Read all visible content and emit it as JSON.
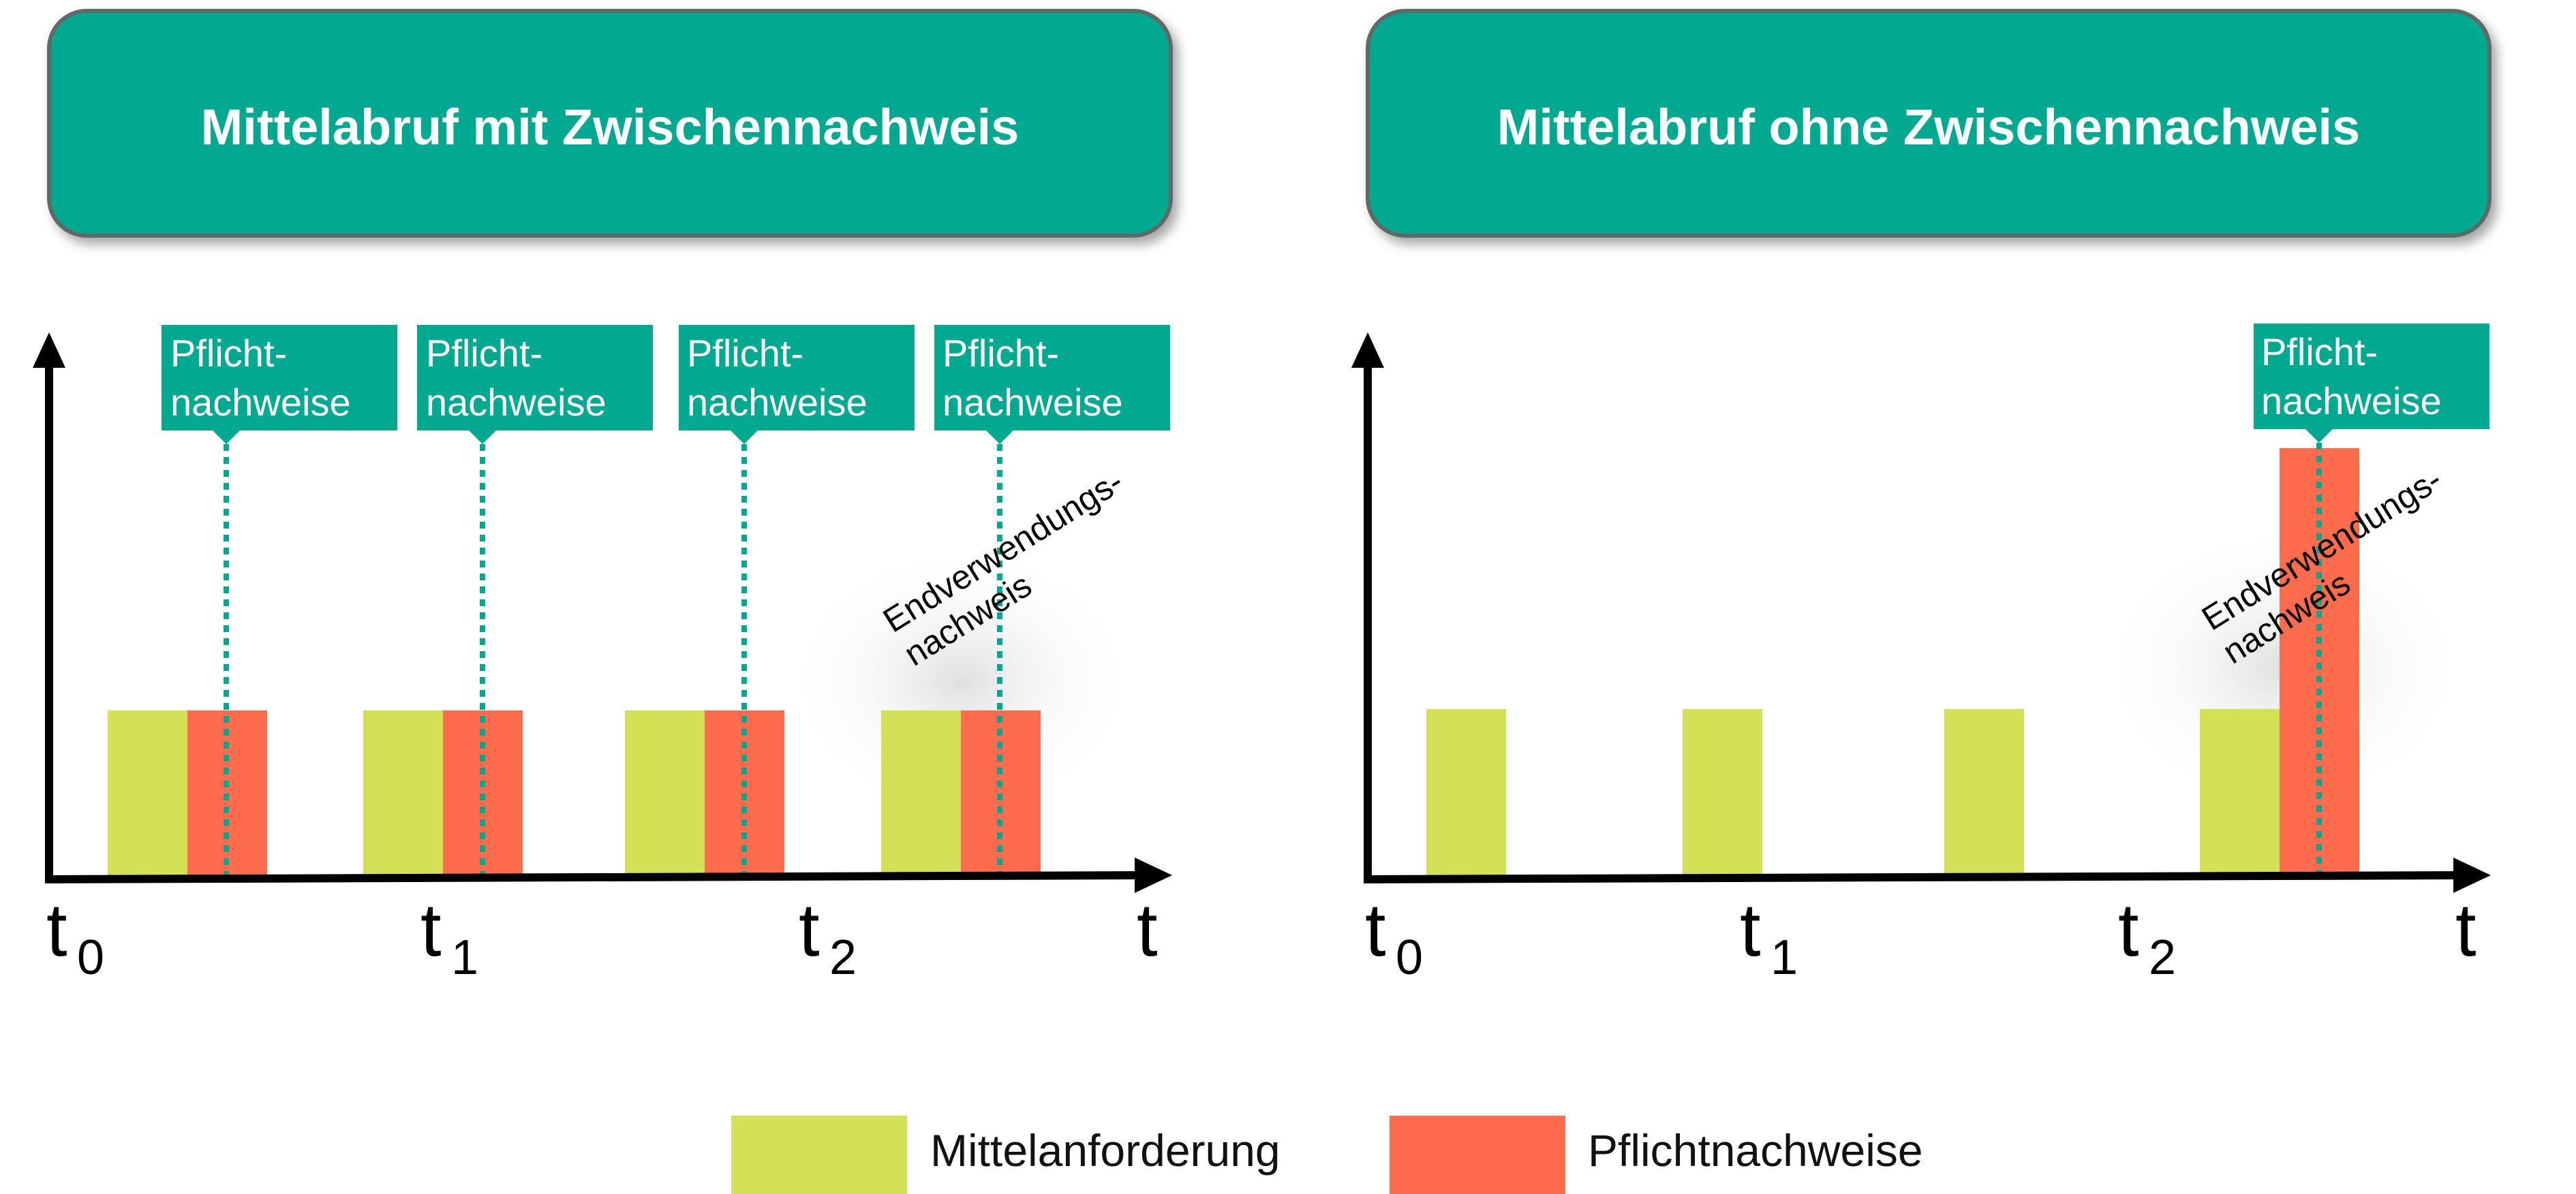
{
  "colors": {
    "teal": "#00A98F",
    "green": "#D4E157",
    "red": "#FF6B4D",
    "axis": "#000000"
  },
  "panels": [
    {
      "title": "Mittelabruf mit Zwischennachweis",
      "callout_line1": "Pflicht-",
      "callout_line2": "nachweise",
      "tick_labels": [
        {
          "main": "t",
          "sub": "0"
        },
        {
          "main": "t",
          "sub": "1"
        },
        {
          "main": "t",
          "sub": "2"
        }
      ],
      "axis_end_label": "t",
      "rotated_line1": "Endverwendungs-",
      "rotated_line2": "nachweis"
    },
    {
      "title": "Mittelabruf ohne Zwischennachweis",
      "callout_line1": "Pflicht-",
      "callout_line2": "nachweise",
      "tick_labels": [
        {
          "main": "t",
          "sub": "0"
        },
        {
          "main": "t",
          "sub": "1"
        },
        {
          "main": "t",
          "sub": "2"
        }
      ],
      "axis_end_label": "t",
      "rotated_line1": "Endverwendungs-",
      "rotated_line2": "nachweis"
    }
  ],
  "legend": {
    "items": [
      {
        "label": "Mittelanforderung",
        "color_key": "green"
      },
      {
        "label": "Pflichtnachweise",
        "color_key": "red"
      }
    ]
  }
}
